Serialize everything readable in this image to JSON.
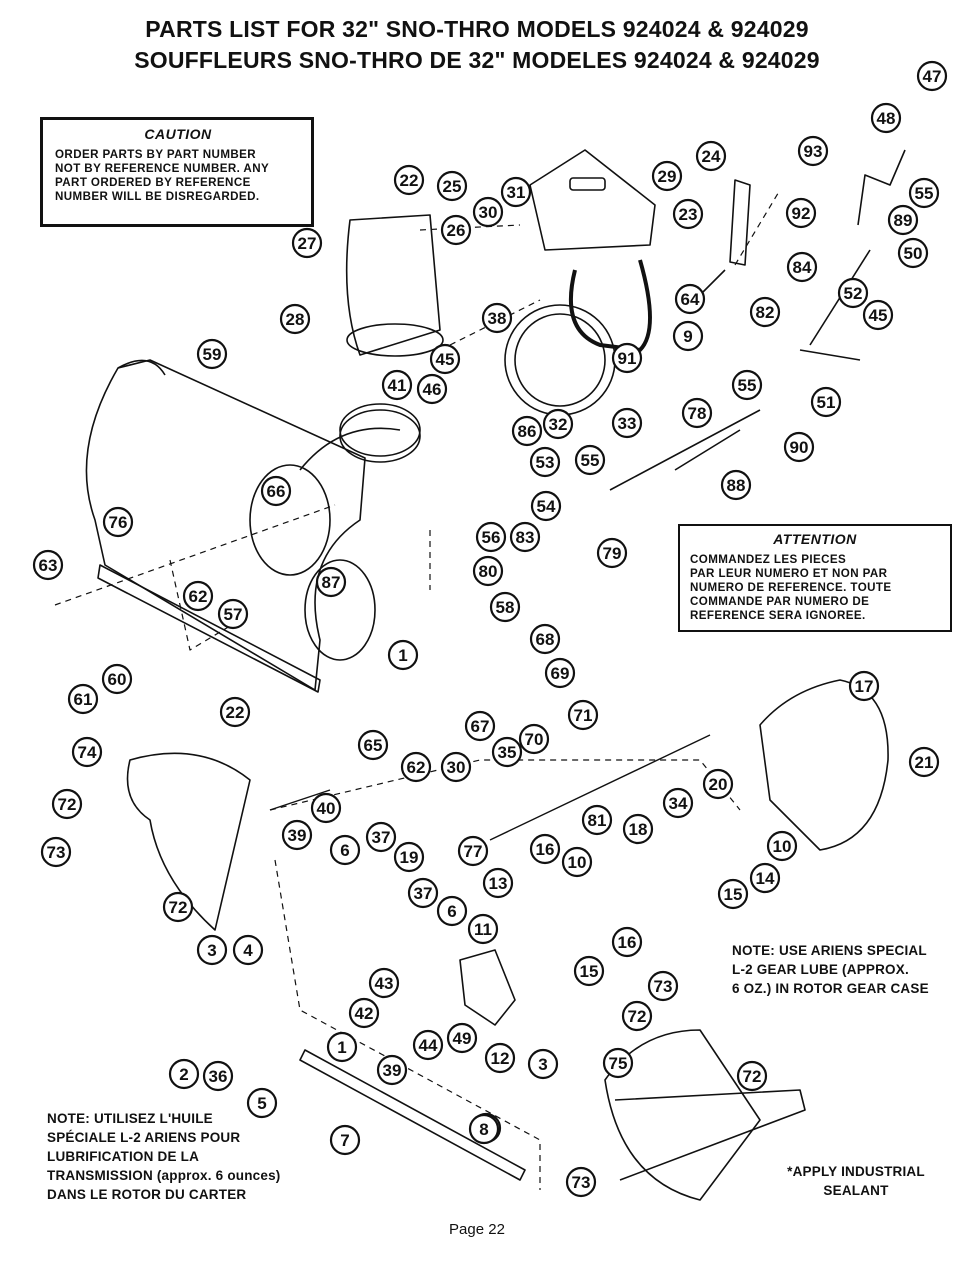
{
  "title_en": "PARTS LIST FOR 32\" SNO-THRO MODELS 924024 & 924029",
  "title_fr": "SOUFFLEURS SNO-THRO DE 32\" MODELES 924024 & 924029",
  "caution": {
    "heading": "CAUTION",
    "text": "ORDER PARTS BY PART NUMBER\nNOT BY REFERENCE NUMBER. ANY\nPART ORDERED BY REFERENCE\nNUMBER WILL BE DISREGARDED."
  },
  "attention": {
    "heading": "ATTENTION",
    "text": "COMMANDEZ LES PIECES\nPAR LEUR NUMERO ET NON PAR\nNUMERO DE REFERENCE. TOUTE\nCOMMANDE PAR NUMERO DE\nREFERENCE SERA IGNOREE."
  },
  "note_en": "NOTE: USE ARIENS SPECIAL\nL-2 GEAR LUBE (APPROX.\n6 OZ.) IN ROTOR GEAR CASE",
  "note_fr": "NOTE: UTILISEZ L'HUILE\nSPÉCIALE L-2 ARIENS POUR\nLUBRIFICATION DE LA\nTRANSMISSION (approx. 6 ounces)\nDANS LE ROTOR DU CARTER",
  "sealant_note": "*APPLY INDUSTRIAL\nSEALANT",
  "page_label": "Page 22",
  "callouts": [
    "47",
    "48",
    "22",
    "25",
    "31",
    "29",
    "24",
    "93",
    "55",
    "26",
    "30",
    "23",
    "92",
    "89",
    "27",
    "50",
    "84",
    "28",
    "52",
    "45",
    "64",
    "82",
    "38",
    "9",
    "91",
    "59",
    "45",
    "41",
    "46",
    "55",
    "32",
    "33",
    "78",
    "86",
    "90",
    "51",
    "53",
    "88",
    "66",
    "55",
    "76",
    "54",
    "83",
    "56",
    "79",
    "63",
    "80",
    "87",
    "62",
    "57",
    "58",
    "68",
    "1",
    "60",
    "69",
    "71",
    "65",
    "67",
    "61",
    "22",
    "17",
    "62",
    "30",
    "35",
    "70",
    "21",
    "74",
    "20",
    "34",
    "40",
    "39",
    "72",
    "37",
    "6",
    "81",
    "18",
    "16",
    "19",
    "10",
    "73",
    "77",
    "14",
    "37",
    "15",
    "13",
    "72",
    "6",
    "11",
    "10",
    "3",
    "4",
    "43",
    "16",
    "42",
    "15",
    "44",
    "49",
    "73",
    "12",
    "3",
    "1",
    "8",
    "72",
    "75",
    "2",
    "36",
    "72",
    "39",
    "5",
    "8",
    "7",
    "73"
  ]
}
